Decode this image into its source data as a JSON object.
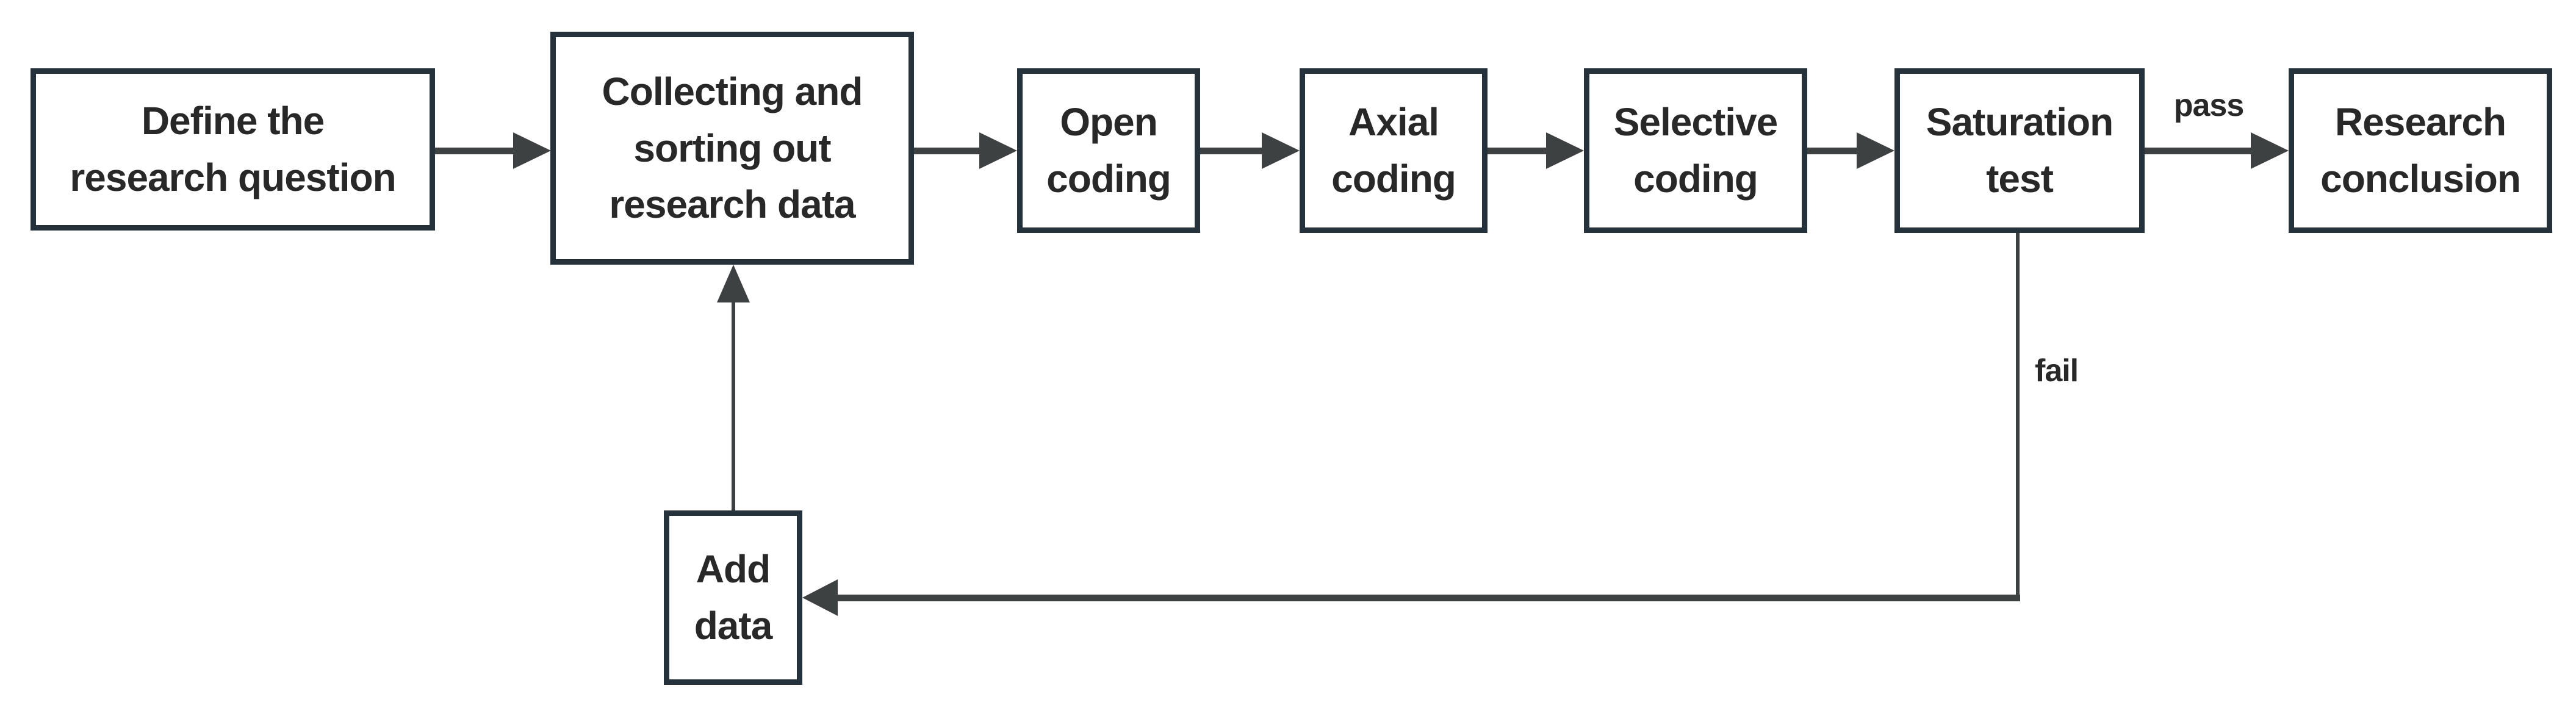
{
  "diagram": {
    "colors": {
      "background": "#ffffff",
      "box_border": "#25323b",
      "arrow": "#3e4142",
      "text": "#282828"
    },
    "nodes": {
      "define": {
        "label": "Define the\nresearch question"
      },
      "collecting": {
        "label": "Collecting and\nsorting out\nresearch data"
      },
      "open": {
        "label": "Open\ncoding"
      },
      "axial": {
        "label": "Axial\ncoding"
      },
      "selective": {
        "label": "Selective\ncoding"
      },
      "saturation": {
        "label": "Saturation\ntest"
      },
      "conclusion": {
        "label": "Research\nconclusion"
      },
      "add_data": {
        "label": "Add\ndata"
      }
    },
    "edge_labels": {
      "pass": "pass",
      "fail": "fail"
    }
  }
}
